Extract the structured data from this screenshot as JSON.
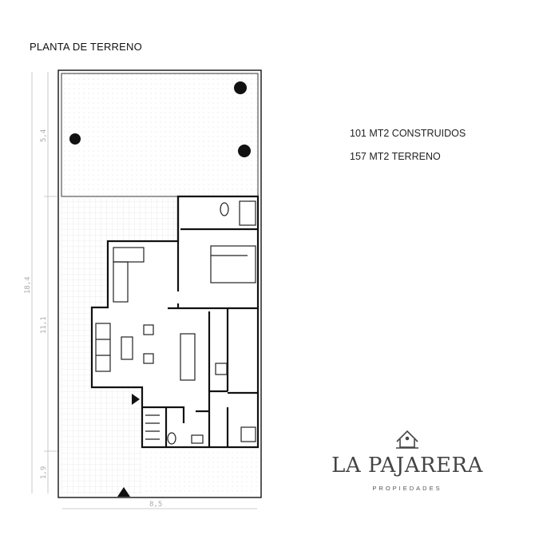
{
  "title": "PLANTA DE TERRENO",
  "stats": {
    "built": "101 MT2 CONSTRUIDOS",
    "land": "157 MT2 TERRENO"
  },
  "dimensions": {
    "total_depth": "18,4",
    "garden_depth": "5,4",
    "house_depth": "11,1",
    "front_depth": "1,9",
    "width": "8,5"
  },
  "logo": {
    "name": "LA PAJARERA",
    "subtitle": "PROPIEDADES",
    "icon": "birdhouse-icon"
  },
  "colors": {
    "wall": "#111111",
    "dimension": "#aaaaaa",
    "logo": "#444444"
  }
}
